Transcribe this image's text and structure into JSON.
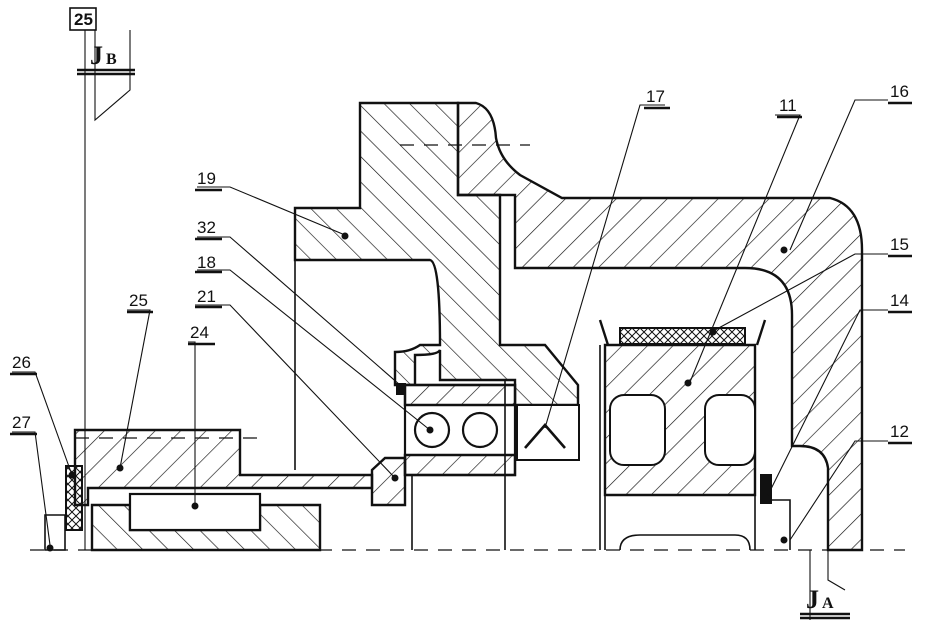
{
  "section_marker": "25",
  "section_label_b": {
    "letter": "J",
    "subscript": "B"
  },
  "section_label_a": {
    "letter": "J",
    "subscript": "A"
  },
  "callouts": [
    {
      "id": "11",
      "text": "11"
    },
    {
      "id": "12",
      "text": "12"
    },
    {
      "id": "14",
      "text": "14"
    },
    {
      "id": "15",
      "text": "15"
    },
    {
      "id": "16",
      "text": "16"
    },
    {
      "id": "17",
      "text": "17"
    },
    {
      "id": "18",
      "text": "18"
    },
    {
      "id": "19",
      "text": "19"
    },
    {
      "id": "21",
      "text": "21"
    },
    {
      "id": "24",
      "text": "24"
    },
    {
      "id": "25",
      "text": "25"
    },
    {
      "id": "26",
      "text": "26"
    },
    {
      "id": "27",
      "text": "27"
    },
    {
      "id": "32",
      "text": "32"
    }
  ]
}
